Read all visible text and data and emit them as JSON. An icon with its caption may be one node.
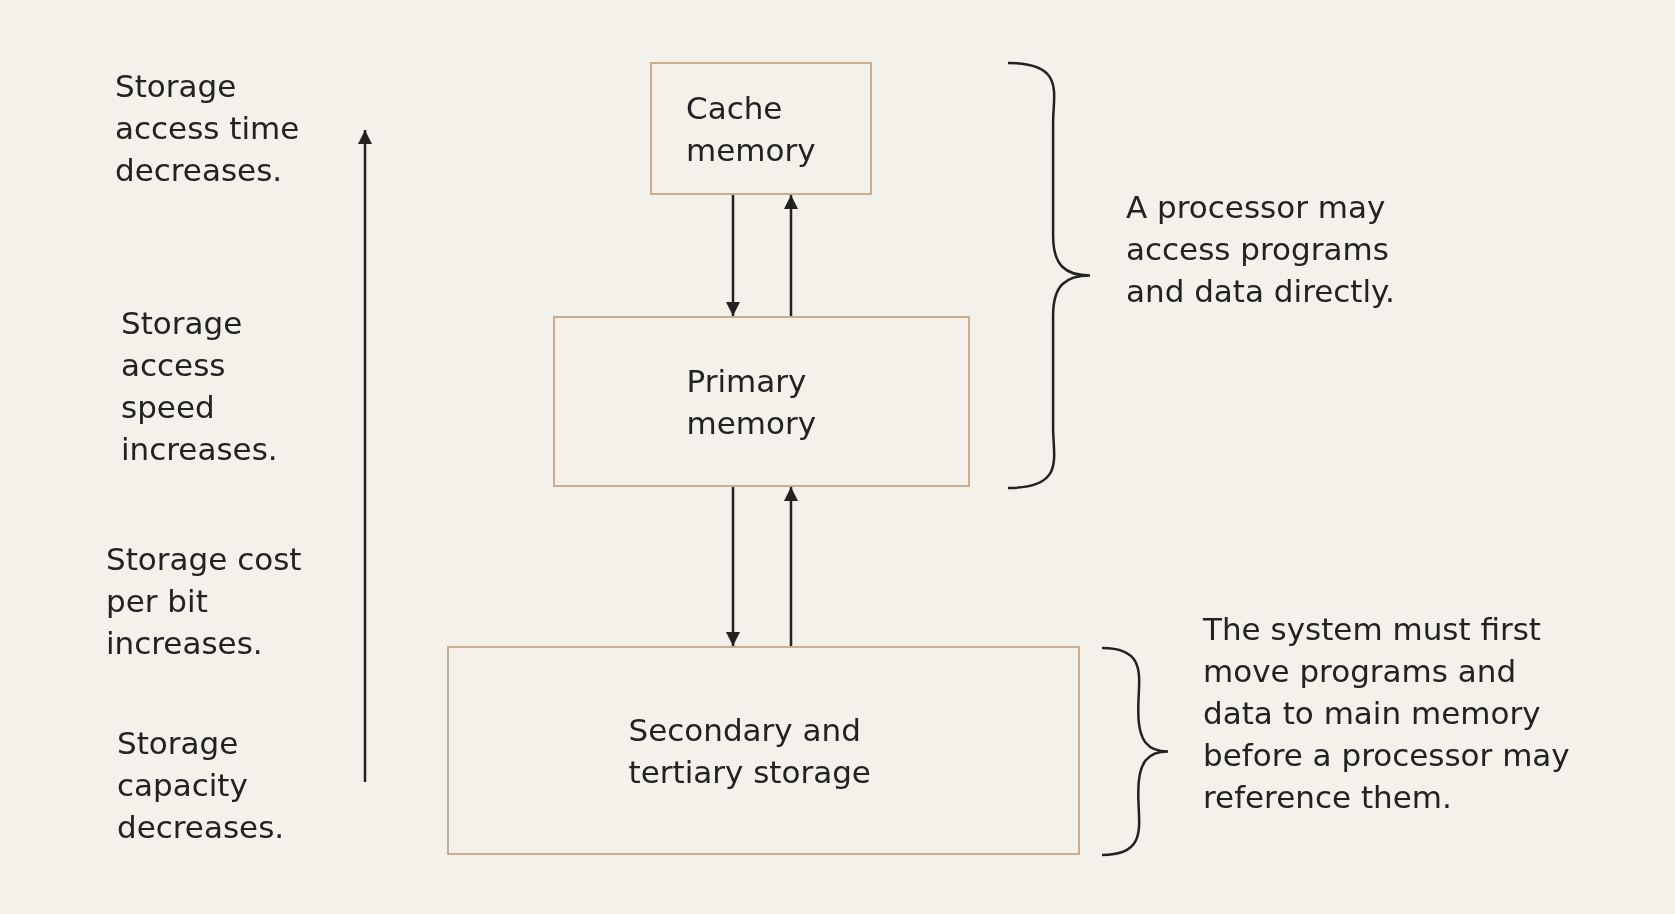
{
  "diagram": {
    "nodes": [
      {
        "text": [
          "Cache memory"
        ]
      },
      {
        "text": [
          "Primary memory"
        ]
      },
      {
        "text": [
          "Secondary and tertiary storage"
        ]
      }
    ],
    "edges": [
      {
        "from": 0,
        "to": 1,
        "arrow": "to"
      },
      {
        "from": 1,
        "to": 0,
        "arrow": "to"
      },
      {
        "from": 1,
        "to": 2,
        "arrow": "to"
      },
      {
        "from": 2,
        "to": 1,
        "arrow": "to"
      }
    ],
    "labels": [
      "Storage access time decreases.",
      "Storage access speed increases.",
      "Storage cost per bit increases.",
      "Storage capacity decreases.",
      "A processor may access programs and data directly.",
      "The system must first move programs and data to main memory before a processor may reference them."
    ]
  }
}
